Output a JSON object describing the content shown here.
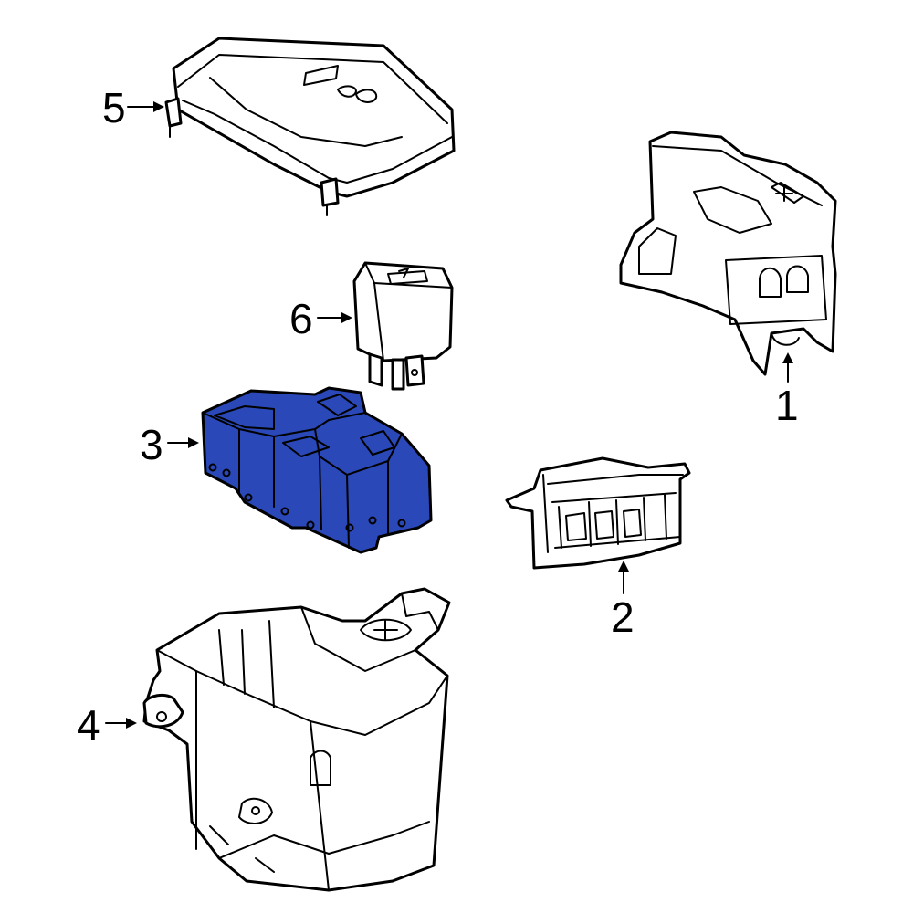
{
  "callouts": [
    {
      "id": "part-1",
      "label": "1"
    },
    {
      "id": "part-2",
      "label": "2"
    },
    {
      "id": "part-3",
      "label": "3"
    },
    {
      "id": "part-4",
      "label": "4"
    },
    {
      "id": "part-5",
      "label": "5"
    },
    {
      "id": "part-6",
      "label": "6"
    }
  ],
  "highlight": {
    "part": "3",
    "color": "#2a48b8"
  }
}
